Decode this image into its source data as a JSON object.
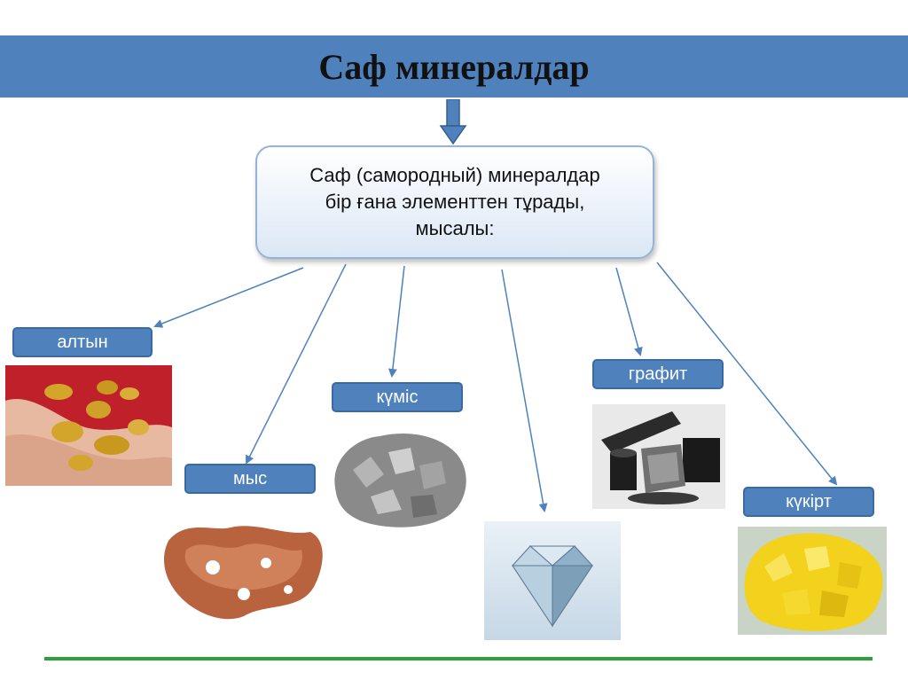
{
  "title": "Саф минералдар",
  "definition": {
    "line1": "Саф (самородный) минералдар",
    "line2": "бір ғана элементтен тұрады,",
    "line3": "мысалы:"
  },
  "minerals": [
    {
      "key": "gold",
      "label": "алтын",
      "color": "#d4a52b"
    },
    {
      "key": "copper",
      "label": "мыс",
      "color": "#b8623e"
    },
    {
      "key": "silver",
      "label": "күміс",
      "color": "#8a8a8a"
    },
    {
      "key": "diamond",
      "label": "",
      "color": "#a9c4d8"
    },
    {
      "key": "graphite",
      "label": "графит",
      "color": "#2b2b2b"
    },
    {
      "key": "sulfur",
      "label": "күкірт",
      "color": "#f2d21c"
    }
  ],
  "colors": {
    "title_bar": "#4f81bd",
    "label_bg": "#4f81bd",
    "arrow": "#4f81bd",
    "footer_line": "#2e9e3f"
  }
}
